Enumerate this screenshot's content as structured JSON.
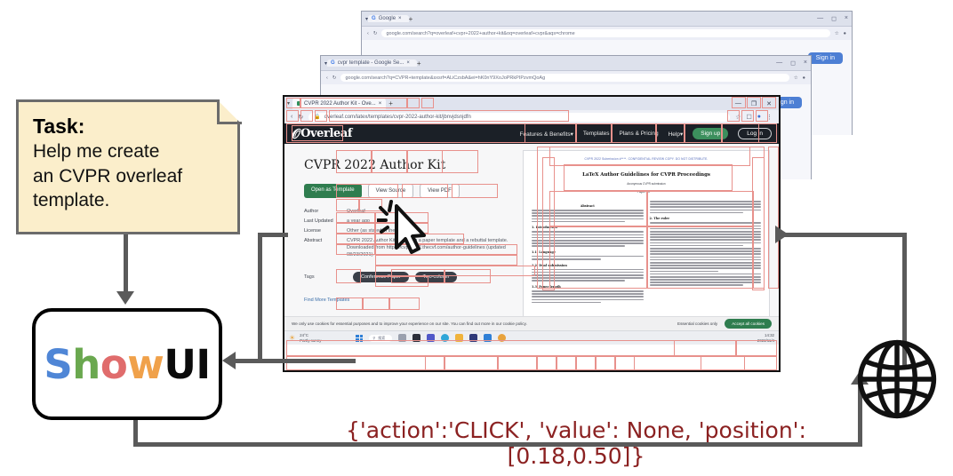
{
  "task": {
    "title": "Task:",
    "line1": "Help me create",
    "line2": "an CVPR overleaf",
    "line3": "template."
  },
  "model": {
    "name_s": "S",
    "name_h": "h",
    "name_o": "o",
    "name_w": "w",
    "name_ui": "UI",
    "colors": {
      "s": "#4f86d6",
      "h": "#6aa84f",
      "o": "#e06c6c",
      "w": "#f0a14a",
      "ui": "#0b0b0b"
    }
  },
  "action_output": "{'action':'CLICK', 'value': None, 'position': [0.18,0.50]}",
  "environment": {
    "icon": "globe-icon"
  },
  "background_windows": [
    {
      "tab_title": "Google",
      "url": "google.com/search?q=overleaf+cvpr+2022+author+kit&oq=overleaf+cvpr&aqs=chrome",
      "signin": "Sign in"
    },
    {
      "tab_title": "cvpr template - Google Se...",
      "url": "google.com/search?q=CVPR+template&sxsrf=ALiCzsbA&ei=hK0nY9XoJoPRkPIPzvmQoAg",
      "signin": "Sign in"
    }
  ],
  "browser": {
    "tab_title": "CVPR 2022 Author Kit - Ove...",
    "new_tab": "+",
    "url": "overleaf.com/latex/templates/cvpr-2022-author-kit/jbnvjdsnjdfn",
    "window_controls": [
      "—",
      "❐",
      "✕"
    ],
    "nav": {
      "brand": "Overleaf",
      "items": [
        {
          "label": "Features & Benefits",
          "caret": "▾"
        },
        {
          "label": "Templates",
          "caret": ""
        },
        {
          "label": "Plans & Pricing",
          "caret": ""
        },
        {
          "label": "Help",
          "caret": "▾"
        }
      ],
      "signup": "Sign up",
      "login": "Log in",
      "signup_color": "#3c8f5d"
    },
    "template": {
      "title": "CVPR 2022 Author Kit",
      "buttons": [
        {
          "label": "Open as Template",
          "style": "primary"
        },
        {
          "label": "View Source",
          "style": "ghost"
        },
        {
          "label": "View PDF",
          "style": "ghost"
        }
      ],
      "meta": [
        {
          "key": "Author",
          "value": "Overleaf"
        },
        {
          "key": "Last Updated",
          "value": "a year ago"
        },
        {
          "key": "License",
          "value": "Other (as stated in the work)"
        },
        {
          "key": "Abstract",
          "value": "CVPR 2022 Author Kit, including a paper template and a rebuttal template. Downloaded from https://cvpr2022.thecvf.com/author-guidelines (updated 08/23/2021)."
        }
      ],
      "tags_label": "Tags",
      "tags": [
        "Conference Paper",
        "Two-column"
      ],
      "find_more": "Find More Templates"
    },
    "pdf_preview": {
      "header": "CVPR 2022 Submission #****. CONFIDENTIAL REVIEW COPY. DO NOT DISTRIBUTE.",
      "title": "LaTeX Author Guidelines for CVPR Proceedings",
      "subtitle": "Anonymous CVPR submission",
      "paper_id": "Paper ID ****",
      "sections": [
        "Abstract",
        "1. Introduction",
        "1.1. Language",
        "1.2. Dual submission",
        "1.3. Paper length",
        "2. The ruler"
      ]
    },
    "cookie_banner": {
      "text": "We only use cookies for essential purposes and to improve your experience on our site. You can find out more in our cookie policy.",
      "essential_only": "Essential cookies only",
      "accept_all": "Accept all cookies"
    },
    "taskbar": {
      "weather_top": "24°C",
      "weather_bottom": "Partly sunny",
      "search_placeholder": "搜索",
      "time": "14:32",
      "date": "2022/11/4"
    }
  }
}
